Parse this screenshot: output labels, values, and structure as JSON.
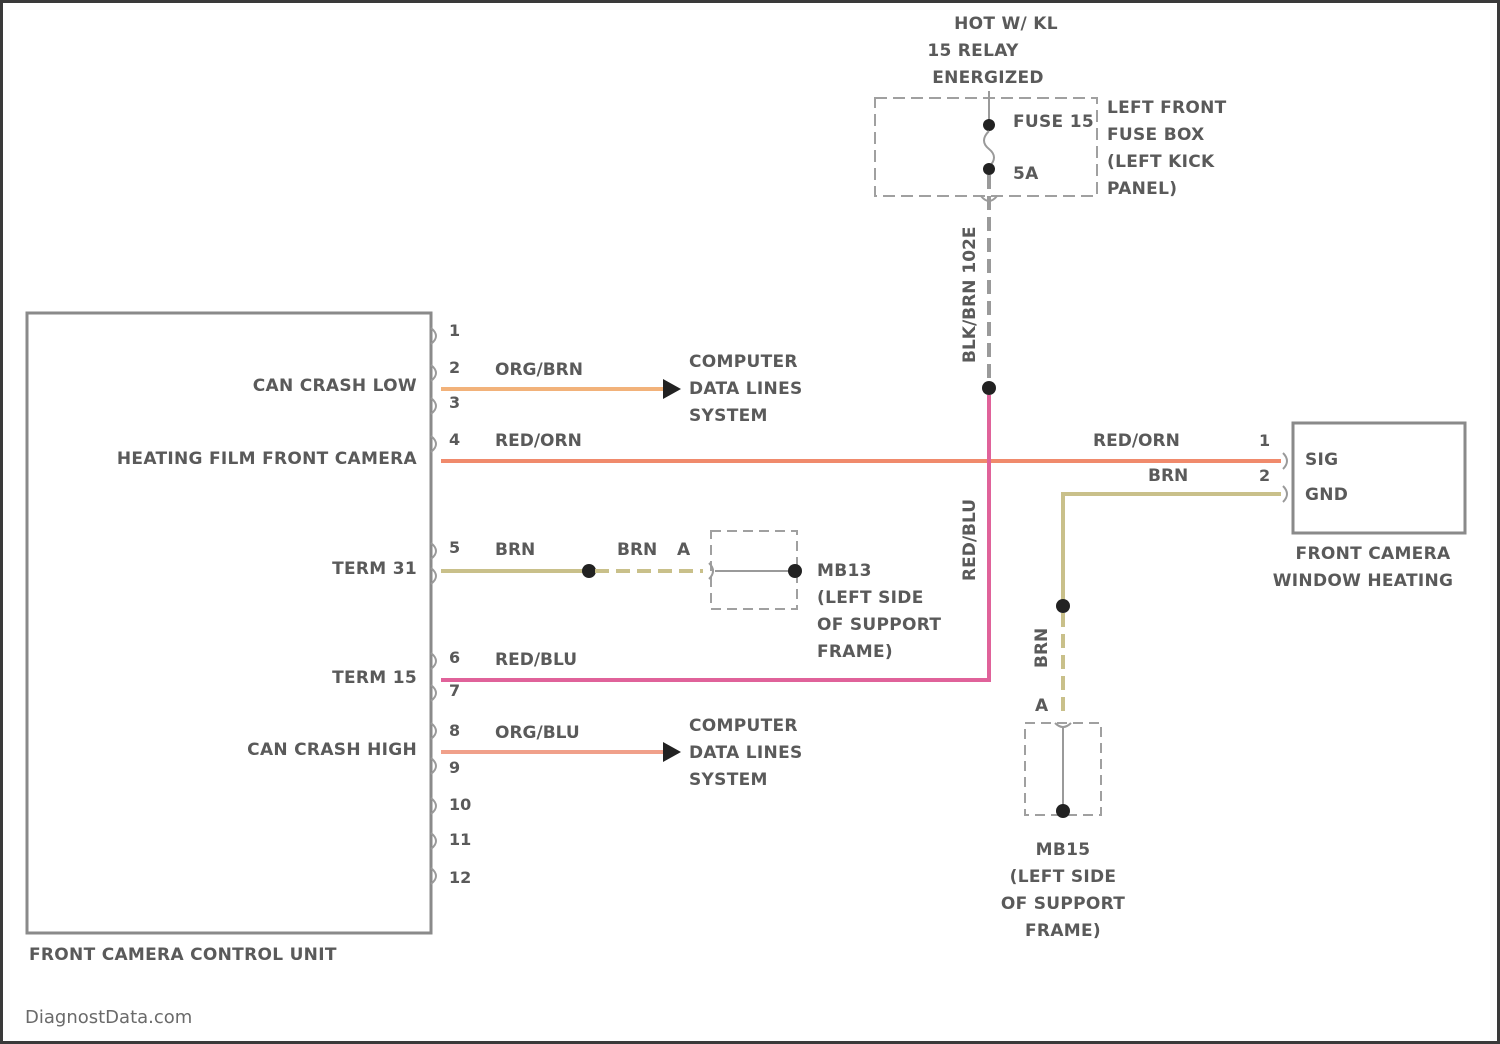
{
  "source": {
    "footer": "DiagnostData.com"
  },
  "power": {
    "header_line1": "HOT W/ KL",
    "header_line2": "15 RELAY",
    "header_line3": "ENERGIZED",
    "fuse_name": "FUSE 15",
    "fuse_rating": "5A",
    "fusebox_line1": "LEFT FRONT",
    "fusebox_line2": "FUSE BOX",
    "fusebox_line3": "(LEFT KICK",
    "fusebox_line4": "PANEL)",
    "wire_label": "BLK/BRN  102E"
  },
  "control_unit": {
    "name": "FRONT CAMERA CONTROL UNIT",
    "pins": [
      "1",
      "2",
      "3",
      "4",
      "5",
      "6",
      "7",
      "8",
      "9",
      "10",
      "11",
      "12"
    ],
    "signals": {
      "can_low": "CAN CRASH LOW",
      "heating": "HEATING FILM FRONT CAMERA",
      "term31": "TERM 31",
      "term15": "TERM 15",
      "can_high": "CAN CRASH HIGH"
    }
  },
  "wires": {
    "can_low": "ORG/BRN",
    "heating": "RED/ORN",
    "term31_a": "BRN",
    "term31_b": "BRN",
    "term15": "RED/BLU",
    "can_high": "ORG/BLU",
    "vertical_red": "RED/BLU",
    "heater_power": "RED/ORN",
    "heater_gnd": "BRN",
    "gnd_vertical": "BRN",
    "connector_a1": "A",
    "connector_a2": "A"
  },
  "computer_data": {
    "line1": "COMPUTER",
    "line2": "DATA LINES",
    "line3": "SYSTEM"
  },
  "ground1": {
    "name": "MB13",
    "line2": "(LEFT SIDE",
    "line3": "OF SUPPORT",
    "line4": "FRAME)"
  },
  "ground2": {
    "name": "MB15",
    "line2": "(LEFT SIDE",
    "line3": "OF SUPPORT",
    "line4": "FRAME)"
  },
  "heater": {
    "pin1": "1",
    "pin2": "2",
    "sig": "SIG",
    "gnd": "GND",
    "name_line1": "FRONT CAMERA",
    "name_line2": "WINDOW HEATING"
  },
  "colors": {
    "orange_brown": "#f2b27a",
    "red_orange": "#f08a6c",
    "brown": "#c9c08a",
    "red_blue": "#e0629a",
    "black_brown": "#9a9a9a",
    "outline": "#8a8a8a"
  }
}
